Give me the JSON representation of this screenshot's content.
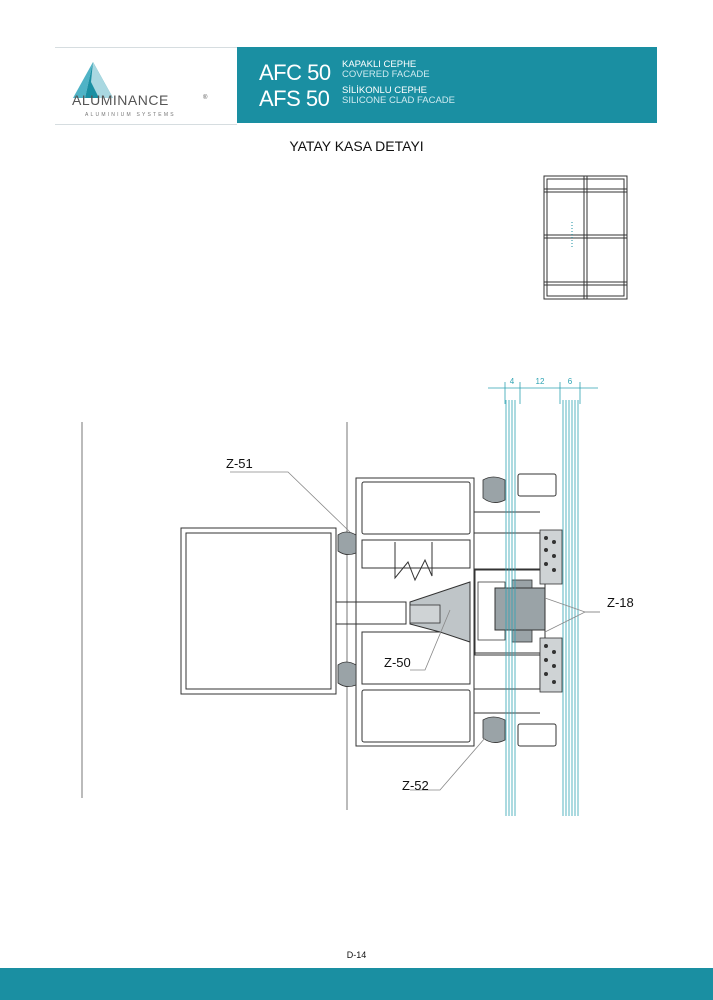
{
  "brand": {
    "name": "ALUMINANCE",
    "registered": "®",
    "tagline": "ALUMINIUM SYSTEMS"
  },
  "products": [
    {
      "code": "AFC 50",
      "name_tr": "KAPAKLI CEPHE",
      "name_en": "COVERED FACADE"
    },
    {
      "code": "AFS 50",
      "name_tr": "SİLİKONLU CEPHE",
      "name_en": "SILICONE CLAD FACADE"
    }
  ],
  "page_title": "YATAY KASA DETAYI",
  "dimensions": [
    "4",
    "12",
    "6"
  ],
  "labels": {
    "z51": "Z-51",
    "z50": "Z-50",
    "z18": "Z-18",
    "z52": "Z-52"
  },
  "page_number": "D-14",
  "colors": {
    "brand": "#1a8fa2",
    "gasket": "#9aa3a7",
    "glass_line": "#2ea3b3"
  }
}
